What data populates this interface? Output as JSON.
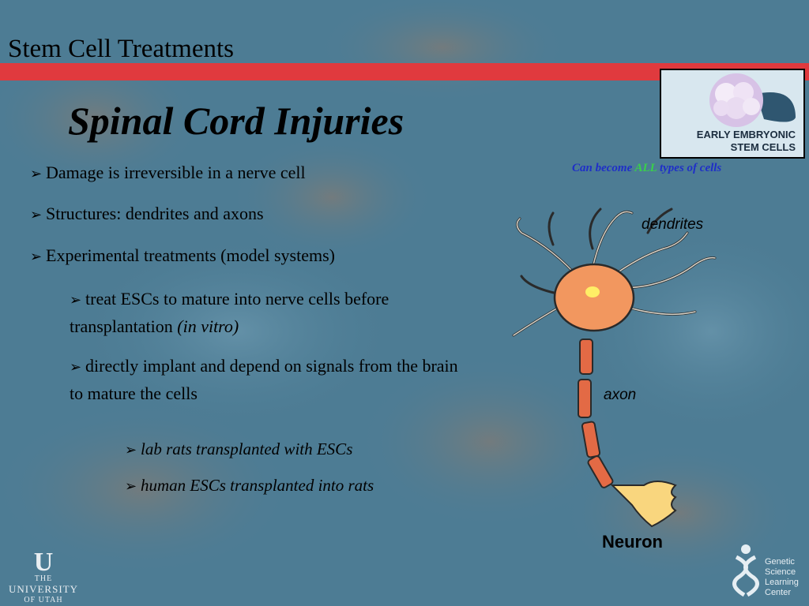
{
  "header": {
    "title": "Stem Cell Treatments"
  },
  "slide": {
    "title": "Spinal Cord Injuries",
    "bullets": [
      "Damage is irreversible in a nerve cell",
      "Structures: dendrites and axons",
      "Experimental treatments (model systems)"
    ],
    "sub_bullets": [
      {
        "text": "treat ESCs to mature into nerve cells before transplantation ",
        "italic": "(in vitro)"
      },
      {
        "text": "directly implant and depend on signals from the brain to mature the cells"
      }
    ],
    "italic_bullets": [
      "lab rats transplanted with ESCs",
      "human ESCs transplanted into rats"
    ]
  },
  "inset": {
    "caption_line1": "EARLY EMBRYONIC",
    "caption_line2": "STEM CELLS",
    "note_prefix": "Can become ",
    "note_all": "ALL",
    "note_suffix": " types of cells"
  },
  "diagram": {
    "dendrites_label": "dendrites",
    "axon_label": "axon",
    "neuron_label": "Neuron"
  },
  "footer": {
    "uofu_the": "THE",
    "uofu_university": "UNIVERSITY",
    "uofu_of_utah": "OF UTAH",
    "gslc_lines": [
      "Genetic",
      "Science",
      "Learning",
      "Center"
    ]
  },
  "colors": {
    "red_bar": "#e03a3e",
    "background": "#4f7f97",
    "note_blue": "#1f2fc8",
    "note_green": "#39d04a"
  },
  "icons": [
    "bullet-arrow-icon",
    "university-of-utah-logo",
    "genetic-science-learning-center-logo",
    "embryonic-stem-cell-image",
    "neuron-diagram"
  ]
}
